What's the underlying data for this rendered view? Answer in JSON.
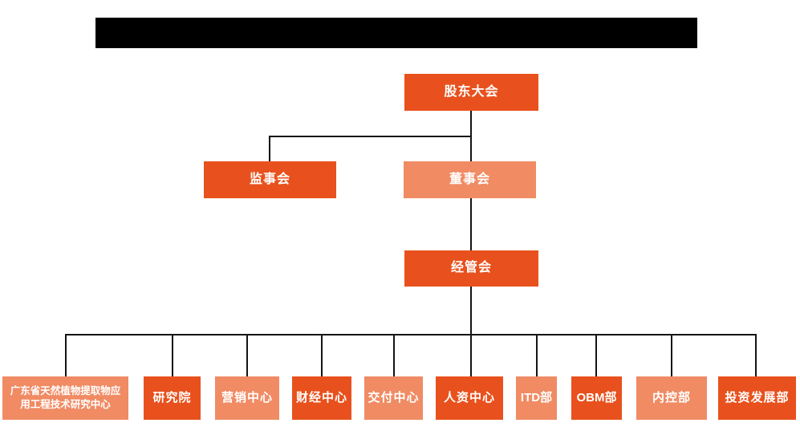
{
  "colors": {
    "primary": "#E8511D",
    "secondary": "#F08B64",
    "line": "#141414",
    "redacted": "#000000",
    "node_text": "#FFFFFF",
    "background": "#FFFFFF"
  },
  "title_bar": {
    "redacted_color": "#000000"
  },
  "org": {
    "root": {
      "label": "股东大会",
      "variant": "primary"
    },
    "level2": [
      {
        "label": "监事会",
        "variant": "primary"
      },
      {
        "label": "董事会",
        "variant": "secondary"
      }
    ],
    "level3": {
      "label": "经管会",
      "variant": "primary"
    },
    "departments": [
      {
        "label": "广东省天然植物提取物应用工程技术研究中心",
        "variant": "secondary"
      },
      {
        "label": "研究院",
        "variant": "primary"
      },
      {
        "label": "营销中心",
        "variant": "secondary"
      },
      {
        "label": "财经中心",
        "variant": "primary"
      },
      {
        "label": "交付中心",
        "variant": "secondary"
      },
      {
        "label": "人资中心",
        "variant": "primary"
      },
      {
        "label": "ITD部",
        "variant": "secondary"
      },
      {
        "label": "OBM部",
        "variant": "primary"
      },
      {
        "label": "内控部",
        "variant": "secondary"
      },
      {
        "label": "投资发展部",
        "variant": "primary"
      }
    ]
  }
}
